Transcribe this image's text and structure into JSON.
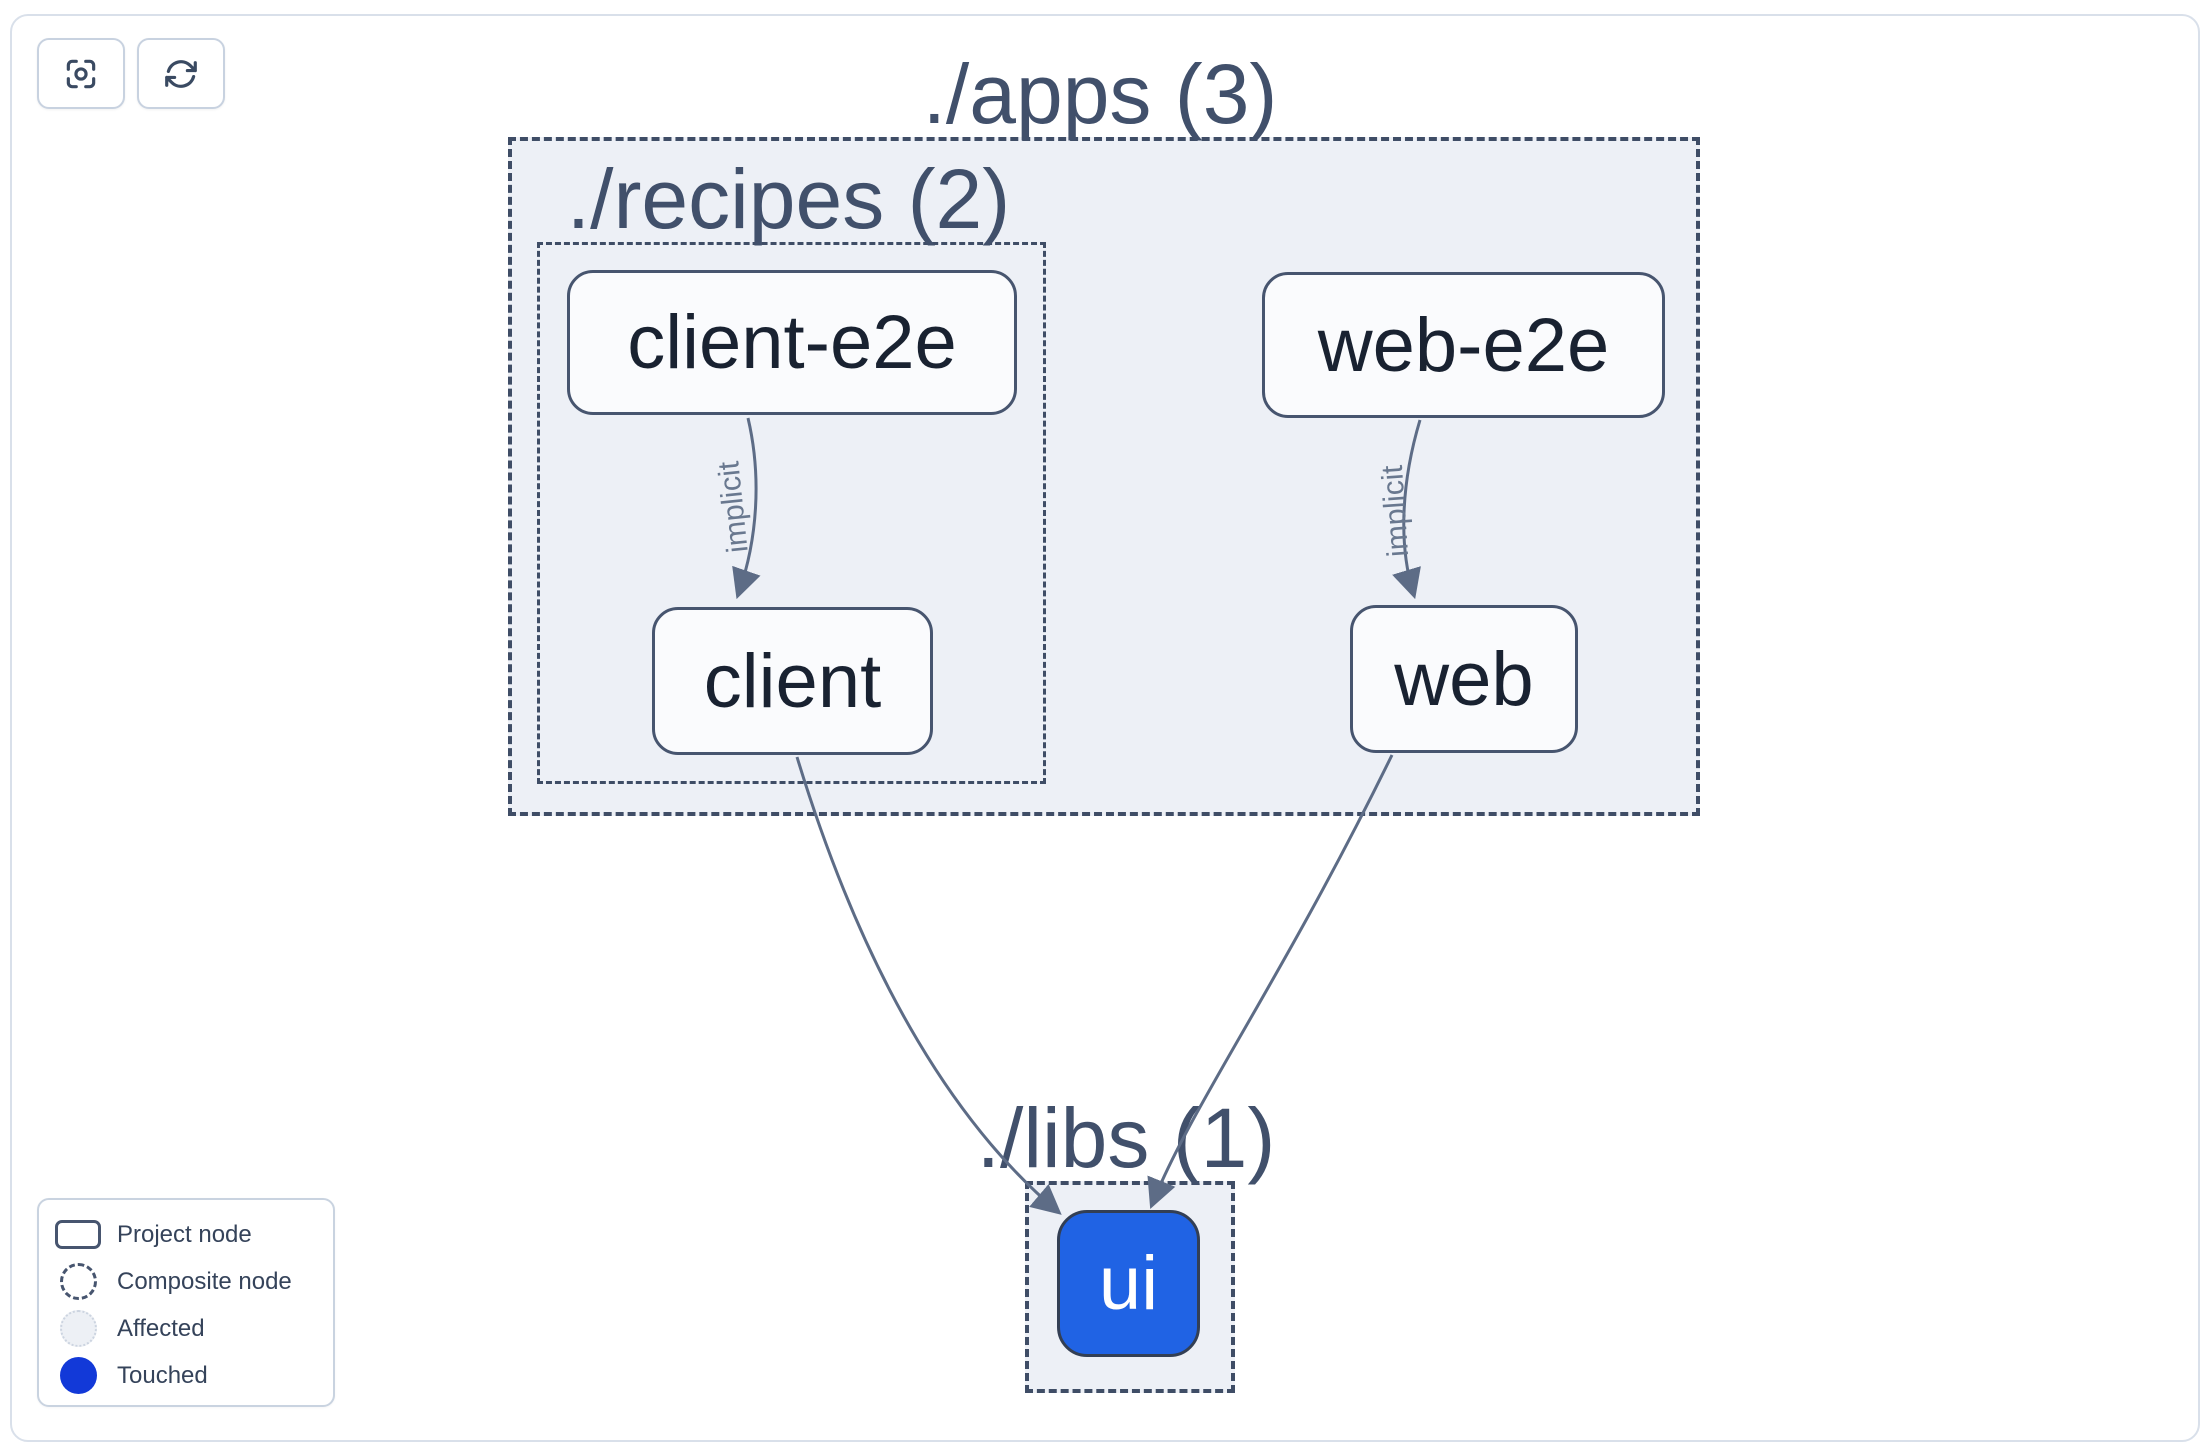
{
  "toolbar": {
    "buttons": [
      {
        "name": "focus",
        "icon": "focus-icon"
      },
      {
        "name": "refresh",
        "icon": "refresh-icon"
      }
    ]
  },
  "graph": {
    "groups": [
      {
        "id": "apps",
        "label": "./apps (3)",
        "count": 3
      },
      {
        "id": "recipes",
        "label": "./recipes (2)",
        "count": 2
      },
      {
        "id": "libs",
        "label": "./libs (1)",
        "count": 1
      }
    ],
    "nodes": [
      {
        "id": "client-e2e",
        "label": "client-e2e",
        "group": "./apps/recipes",
        "state": "default"
      },
      {
        "id": "client",
        "label": "client",
        "group": "./apps/recipes",
        "state": "default"
      },
      {
        "id": "web-e2e",
        "label": "web-e2e",
        "group": "./apps",
        "state": "default"
      },
      {
        "id": "web",
        "label": "web",
        "group": "./apps",
        "state": "default"
      },
      {
        "id": "ui",
        "label": "ui",
        "group": "./libs",
        "state": "touched"
      }
    ],
    "edges": [
      {
        "from": "client-e2e",
        "to": "client",
        "label": "implicit"
      },
      {
        "from": "web-e2e",
        "to": "web",
        "label": "implicit"
      },
      {
        "from": "client",
        "to": "ui",
        "label": ""
      },
      {
        "from": "web",
        "to": "ui",
        "label": ""
      }
    ]
  },
  "legend": {
    "items": [
      {
        "swatch": "project-node",
        "label": "Project node"
      },
      {
        "swatch": "composite-node",
        "label": "Composite node"
      },
      {
        "swatch": "affected",
        "label": "Affected"
      },
      {
        "swatch": "touched",
        "label": "Touched"
      }
    ]
  },
  "colors": {
    "frame_border": "#d9e0ea",
    "button_border": "#c8d2e0",
    "icon": "#3a4a62",
    "container_fill": "#edf0f6",
    "container_border": "#3f4d66",
    "group_label": "#41506b",
    "node_fill": "#fafbfd",
    "node_border": "#47556f",
    "node_text": "#192231",
    "edge": "#5d6c86",
    "edge_label": "#69788f",
    "ui_node_blue": "#2063e4",
    "touched_blue": "#1239d8",
    "affected_fill": "#edf0f5",
    "legend_border": "#c9d3e0",
    "legend_text": "#35435a"
  }
}
